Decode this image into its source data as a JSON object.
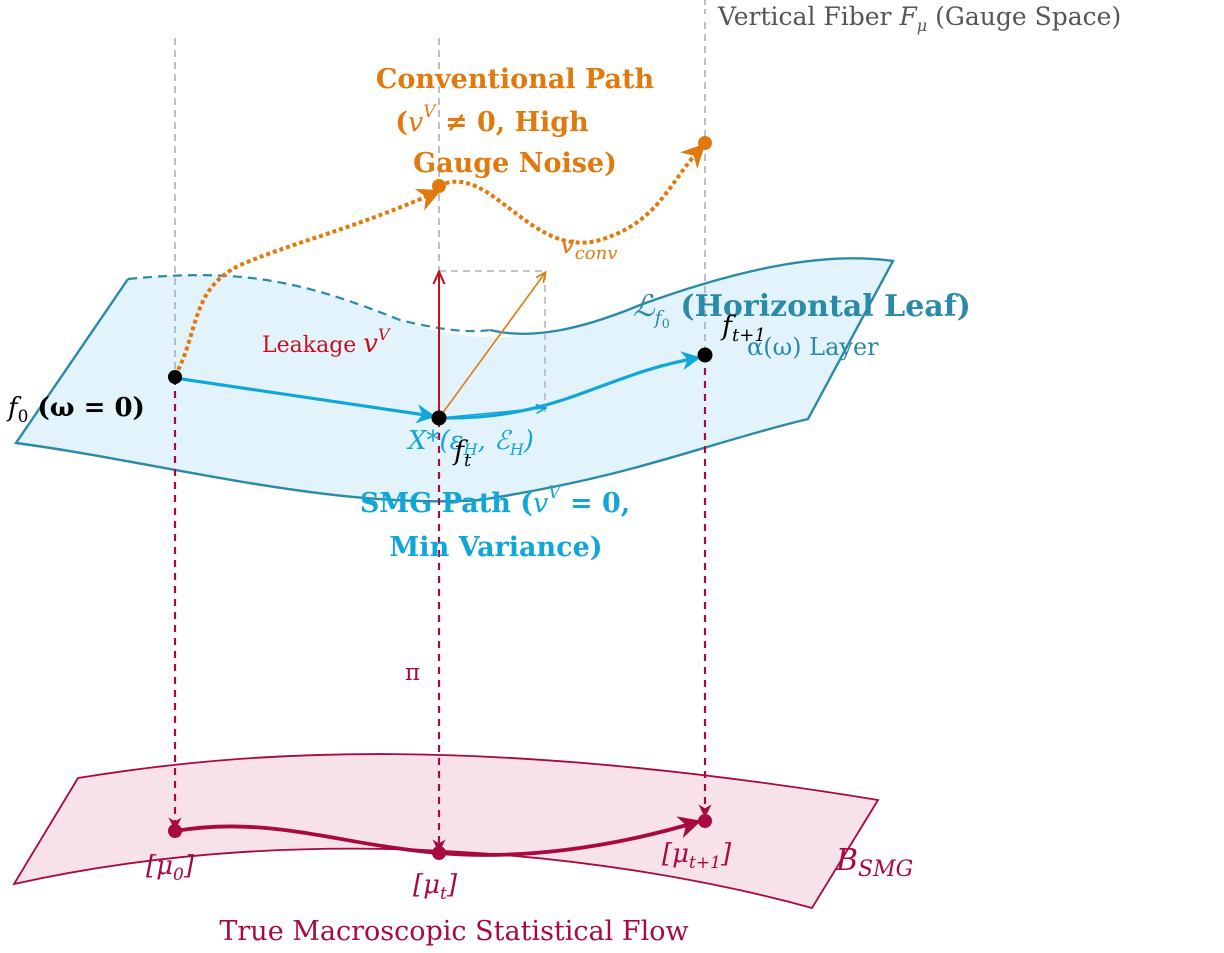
{
  "colors": {
    "orange": "#e17a0e",
    "blue": "#11a6d8",
    "teal": "#2b8aa8",
    "red": "#c4101f",
    "crimson": "#a8093f",
    "leaf_fill": "#e2f3fb",
    "base_fill": "#f7e2e9",
    "gray": "#b0b0b0",
    "black": "#000000"
  },
  "labels": {
    "fiber_title_text": "Vertical Fiber ",
    "fiber_title_var": "F",
    "fiber_title_sub": "μ",
    "fiber_title_suffix": " (Gauge Space)",
    "conv_line1": "Conventional Path",
    "conv_line2a": "(",
    "conv_line2b": "v",
    "conv_line2c": "V",
    "conv_line2d": " ≠ 0, High",
    "conv_line3": "Gauge Noise)",
    "v_conv_main": "v",
    "v_conv_sub": "conv",
    "leaf_var": "ℒ",
    "leaf_sub": "f",
    "leaf_subsub": "0",
    "leaf_text": " (Horizontal Leaf)",
    "alpha_text": "α(ω) Layer",
    "leakage_text": "Leakage ",
    "leakage_var": "v",
    "leakage_sup": "V",
    "f0_main": "f",
    "f0_sub": "0",
    "f0_paren": " (ω = 0)",
    "ft_main": "f",
    "ft_sub": "t",
    "ft1_main": "f",
    "ft1_sub": "t+1",
    "xstar": "X*(ε",
    "xstar_sub": "H",
    "xstar_rest": ", ℰ",
    "xstar_sub2": "H",
    "xstar_end": ")",
    "smg_line1a": "SMG Path (",
    "smg_line1b": "v",
    "smg_line1c": "V",
    "smg_line1d": " = 0,",
    "smg_line2": "Min Variance)",
    "pi": "π",
    "mu0": "[μ",
    "mu0_sub": "0",
    "mu_end": "]",
    "mut": "[μ",
    "mut_sub": "t",
    "mut1": "[μ",
    "mut1_sub": "t+1",
    "base_var": "B",
    "base_sub": "SMG",
    "flow_caption": "True Macroscopic Statistical Flow"
  }
}
